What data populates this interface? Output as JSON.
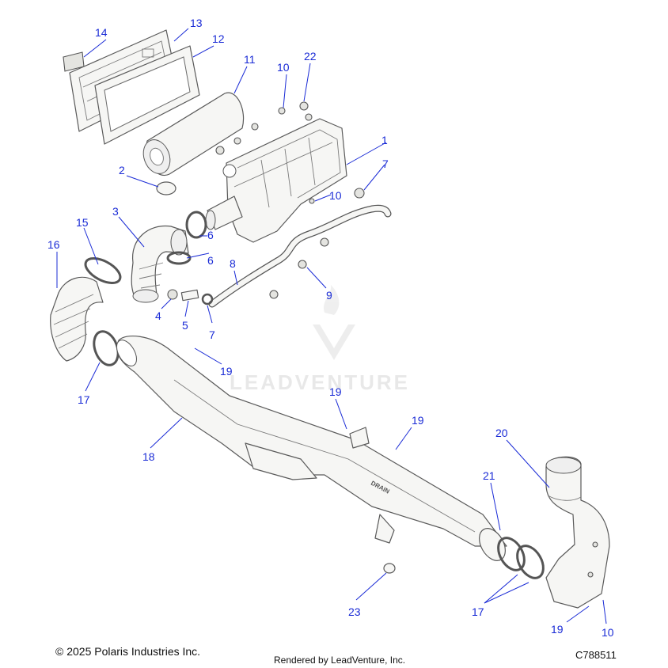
{
  "watermark": {
    "text": "LEADVENTURE"
  },
  "callouts": [
    {
      "id": "1",
      "label": "1"
    },
    {
      "id": "2",
      "label": "2"
    },
    {
      "id": "3",
      "label": "3"
    },
    {
      "id": "4",
      "label": "4"
    },
    {
      "id": "5",
      "label": "5"
    },
    {
      "id": "6a",
      "label": "6"
    },
    {
      "id": "6b",
      "label": "6"
    },
    {
      "id": "7a",
      "label": "7"
    },
    {
      "id": "7b",
      "label": "7"
    },
    {
      "id": "8",
      "label": "8"
    },
    {
      "id": "9",
      "label": "9"
    },
    {
      "id": "10a",
      "label": "10"
    },
    {
      "id": "10b",
      "label": "10"
    },
    {
      "id": "10c",
      "label": "10"
    },
    {
      "id": "11",
      "label": "11"
    },
    {
      "id": "12",
      "label": "12"
    },
    {
      "id": "13",
      "label": "13"
    },
    {
      "id": "14",
      "label": "14"
    },
    {
      "id": "15",
      "label": "15"
    },
    {
      "id": "16",
      "label": "16"
    },
    {
      "id": "17a",
      "label": "17"
    },
    {
      "id": "17b",
      "label": "17"
    },
    {
      "id": "18",
      "label": "18"
    },
    {
      "id": "19a",
      "label": "19"
    },
    {
      "id": "19b",
      "label": "19"
    },
    {
      "id": "19c",
      "label": "19"
    },
    {
      "id": "19d",
      "label": "19"
    },
    {
      "id": "20",
      "label": "20"
    },
    {
      "id": "21",
      "label": "21"
    },
    {
      "id": "22",
      "label": "22"
    },
    {
      "id": "23",
      "label": "23"
    }
  ],
  "footer": {
    "copyright": "© 2025 Polaris Industries Inc.",
    "rendered_by": "Rendered by LeadVenture, Inc.",
    "diagram_id": "C788511"
  },
  "stamp": {
    "drain_label": "DRAIN"
  }
}
